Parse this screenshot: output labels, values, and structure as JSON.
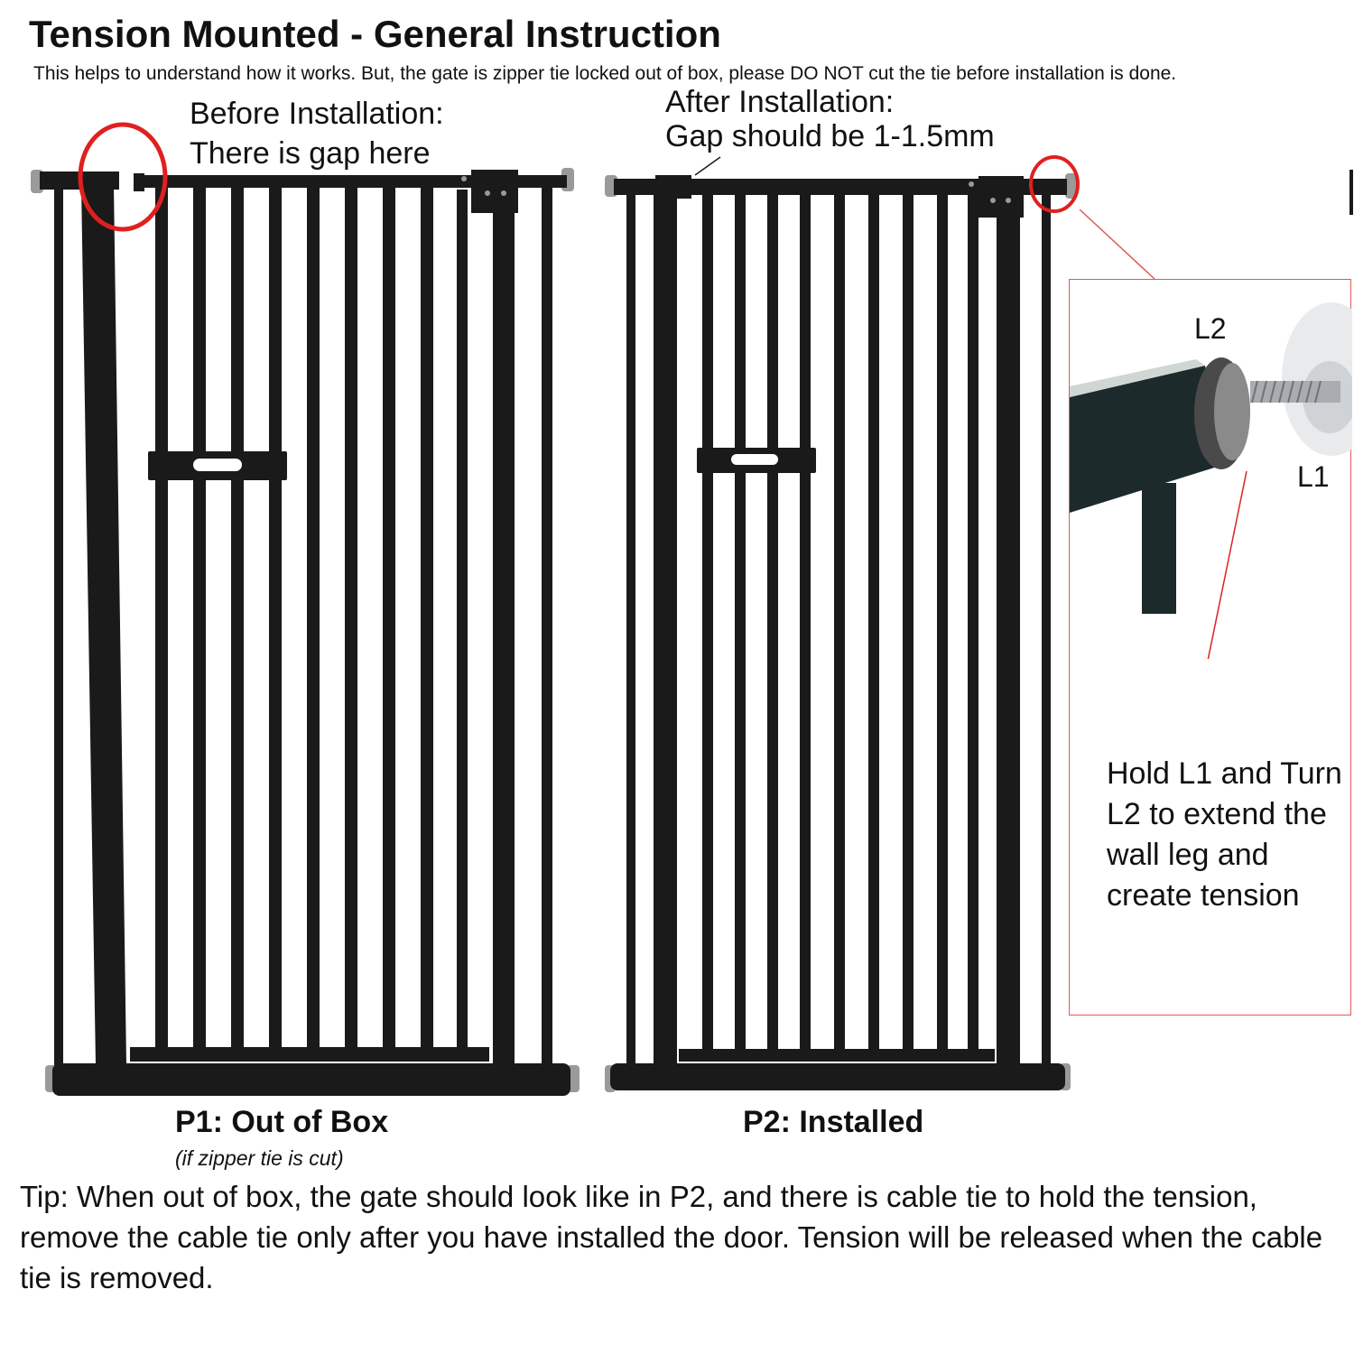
{
  "header": {
    "title": "Tension Mounted - General Instruction",
    "subtitle": "This helps to understand how it works. But, the gate is zipper tie locked out of box, please DO NOT cut the tie before installation is done."
  },
  "before_note": {
    "line1": "Before Installation:",
    "line2": "There is gap here"
  },
  "after_note": {
    "line1": "After Installation:",
    "line2": "Gap should be 1-1.5mm"
  },
  "p1": {
    "caption": "P1: Out of Box",
    "note": "(if zipper tie is cut)"
  },
  "p2": {
    "caption": "P2: Installed"
  },
  "detail": {
    "label_l2": "L2",
    "label_l1": "L1",
    "instruction": "Hold L1 and Turn L2 to extend the wall leg and create tension"
  },
  "tip": "Tip: When out of box, the gate should look like in P2, and there is cable tie to hold the tension, remove the cable tie only after you have installed the door. Tension will be released when the cable tie is removed.",
  "colors": {
    "gate": "#1a1a1a",
    "highlight": "#e02020",
    "leader": "#e05a5a",
    "text": "#111111"
  }
}
